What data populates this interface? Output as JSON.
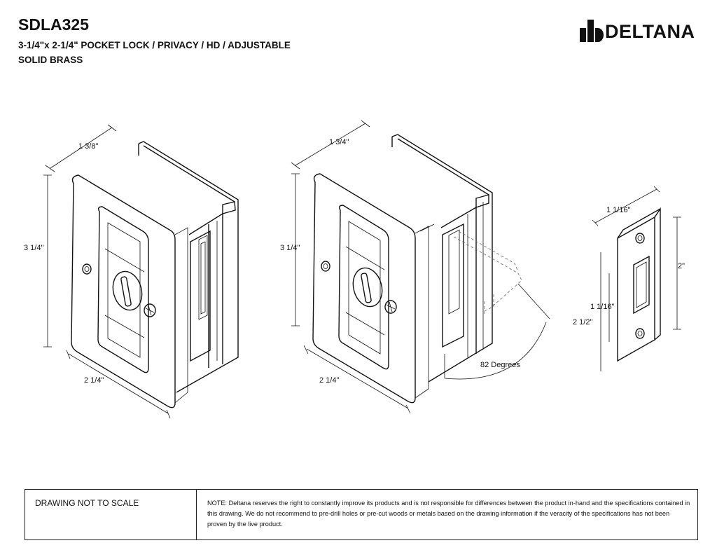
{
  "header": {
    "title": "SDLA325",
    "subtitle_line1": "3-1/4\"x 2-1/4\" POCKET LOCK / PRIVACY / HD / ADJUSTABLE",
    "subtitle_line2": "SOLID BRASS"
  },
  "logo": {
    "text": "DELTANA"
  },
  "dimensions": {
    "view1_depth": "1 3/8\"",
    "view1_height": "3 1/4\"",
    "view1_width": "2 1/4\"",
    "view2_depth": "1 3/4\"",
    "view2_height": "3 1/4\"",
    "view2_width": "2 1/4\"",
    "view2_angle": "82 Degrees",
    "strike_width": "1 1/16\"",
    "strike_hole_spacing": "2\"",
    "strike_opening": "1 1/16\"",
    "strike_height": "2 1/2\""
  },
  "footer": {
    "scale_note": "DRAWING NOT TO SCALE",
    "disclaimer": "NOTE: Deltana reserves the right to constantly improve its products and is not responsible for differences between the product in-hand and the specifications contained in this drawing.  We do not recommend to pre-drill holes or pre-cut woods or metals based on the drawing information if the veracity of the specifications has not been proven by the live product."
  }
}
